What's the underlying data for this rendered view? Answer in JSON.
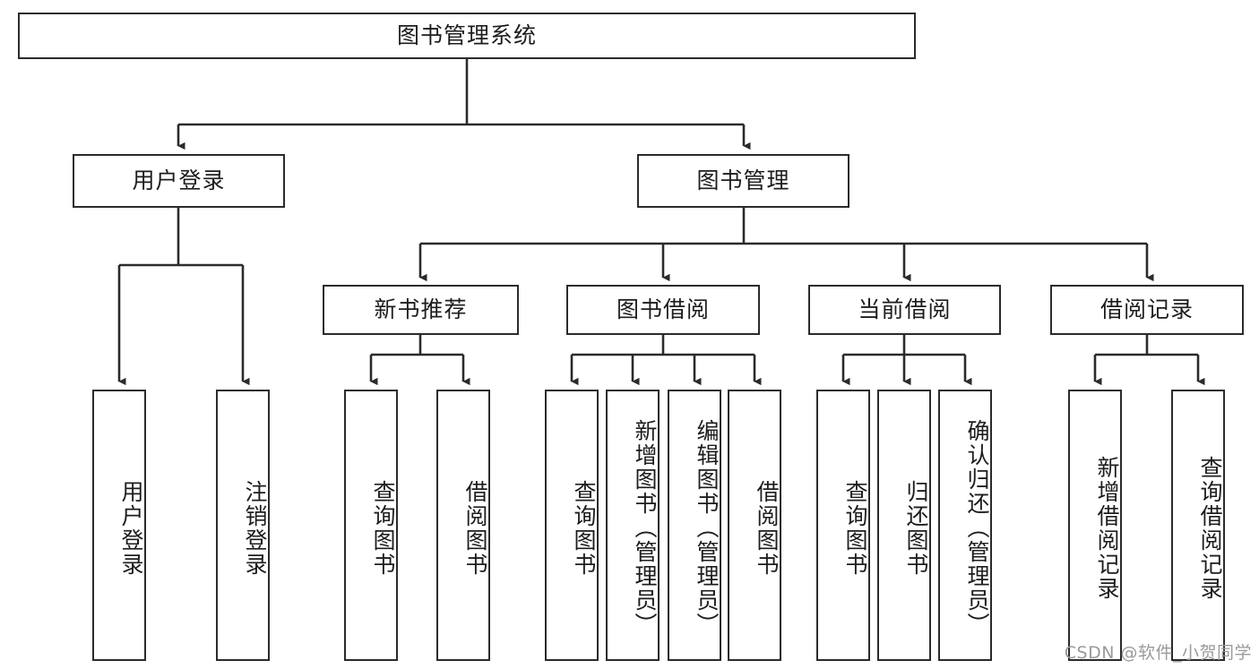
{
  "diagram": {
    "title": "图书管理系统",
    "type": "tree-hierarchy",
    "watermark": "CSDN @软件_小贺同学",
    "colors": {
      "box_border": "#2b2b2b",
      "box_fill": "#ffffff",
      "connector": "#2b2b2b",
      "text": "#1d1d1d",
      "watermark": "#9a9a9a",
      "background": "#ffffff"
    },
    "root": {
      "label": "图书管理系统"
    },
    "level2": [
      {
        "id": "user-login",
        "label": "用户登录"
      },
      {
        "id": "book-manage",
        "label": "图书管理"
      }
    ],
    "level3": [
      {
        "id": "new-book-rec",
        "label": "新书推荐",
        "parent": "book-manage"
      },
      {
        "id": "book-borrow",
        "label": "图书借阅",
        "parent": "book-manage"
      },
      {
        "id": "current-borrow",
        "label": "当前借阅",
        "parent": "book-manage"
      },
      {
        "id": "borrow-record",
        "label": "借阅记录",
        "parent": "book-manage"
      }
    ],
    "leaves": [
      {
        "id": "leaf-user-login",
        "label": "用户登录",
        "parent": "user-login"
      },
      {
        "id": "leaf-user-logout",
        "label": "注销登录",
        "parent": "user-login"
      },
      {
        "id": "leaf-query-book-1",
        "label": "查询图书",
        "parent": "new-book-rec"
      },
      {
        "id": "leaf-borrow-book-1",
        "label": "借阅图书",
        "parent": "new-book-rec"
      },
      {
        "id": "leaf-query-book-2",
        "label": "查询图书",
        "parent": "book-borrow"
      },
      {
        "id": "leaf-add-book",
        "label": "新增图书（管理员）",
        "parent": "book-borrow"
      },
      {
        "id": "leaf-edit-book",
        "label": "编辑图书（管理员）",
        "parent": "book-borrow"
      },
      {
        "id": "leaf-borrow-book-2",
        "label": "借阅图书",
        "parent": "book-borrow"
      },
      {
        "id": "leaf-query-book-3",
        "label": "查询图书",
        "parent": "current-borrow"
      },
      {
        "id": "leaf-return-book",
        "label": "归还图书",
        "parent": "current-borrow"
      },
      {
        "id": "leaf-confirm-return",
        "label": "确认归还（管理员）",
        "parent": "current-borrow"
      },
      {
        "id": "leaf-add-record",
        "label": "新增借阅记录",
        "parent": "borrow-record"
      },
      {
        "id": "leaf-query-record",
        "label": "查询借阅记录",
        "parent": "borrow-record"
      }
    ]
  }
}
